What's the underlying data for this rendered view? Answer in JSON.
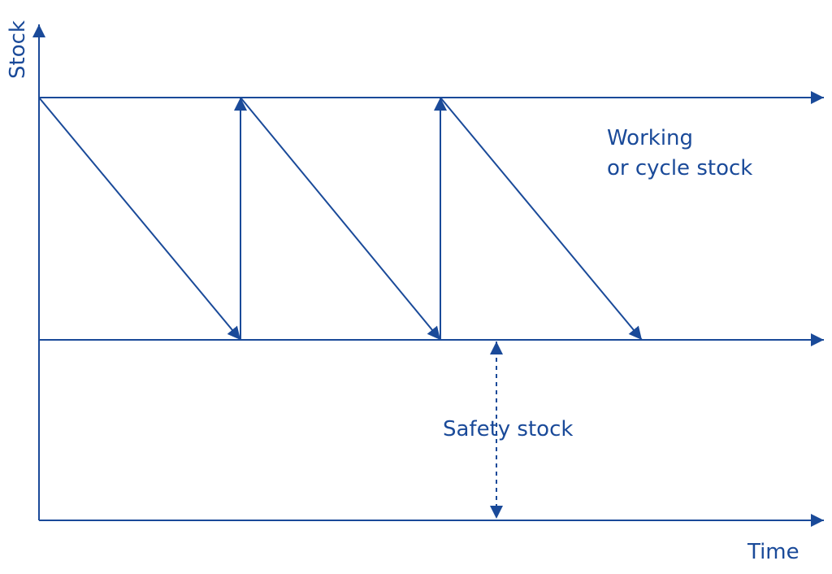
{
  "diagram": {
    "y_axis_label": "Stock",
    "x_axis_label": "Time",
    "working_stock_label_line1": "Working",
    "working_stock_label_line2": "or cycle stock",
    "safety_stock_label": "Safety stock",
    "color": "#1a4a99"
  }
}
